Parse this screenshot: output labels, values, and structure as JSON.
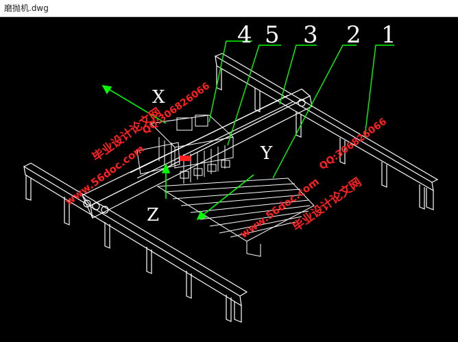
{
  "window": {
    "tab_title": "磨抛机.dwg"
  },
  "callouts": [
    "4",
    "5",
    "3",
    "2",
    "1"
  ],
  "axes": {
    "x": "X",
    "y": "Y",
    "z": "Z"
  },
  "watermarks": {
    "left_site": "www.56doc.com",
    "left_qq": "QQ:306826066",
    "left_cn": "毕业设计论文网",
    "right_site": "www.56doc.com",
    "right_qq": "QQ:306826066",
    "right_cn": "毕业设计论文网"
  },
  "colors": {
    "background": "#000000",
    "drawing": "#ffffff",
    "leader": "#00ff00",
    "watermark": "#ff2020"
  }
}
